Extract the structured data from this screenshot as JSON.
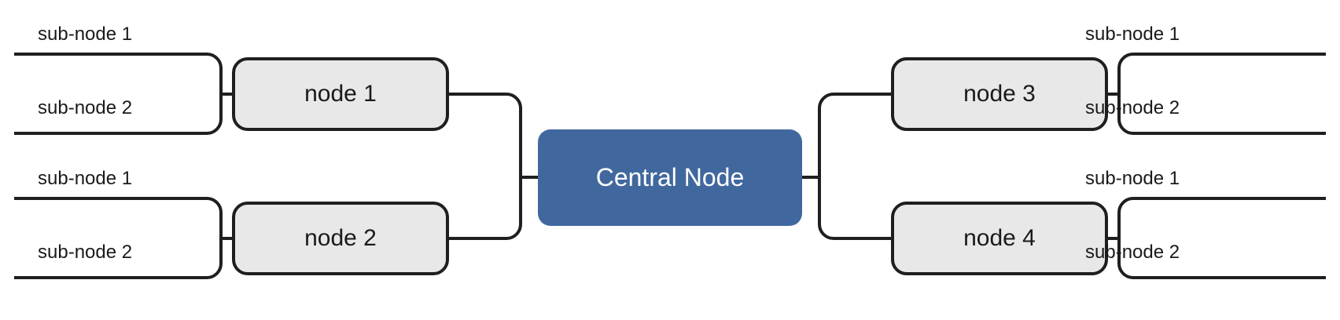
{
  "diagram": {
    "type": "mind-map",
    "title": "Central Node mind map",
    "background_color": "#ffffff",
    "style": {
      "stroke_color": "#1f1f1f",
      "stroke_width": 4,
      "node_fill": "#e8e8e8",
      "node_text_color": "#1a1a1a",
      "central_fill": "#41689e",
      "central_text_color": "#ffffff",
      "sub_node_text_color": "#1a1a1a"
    },
    "central": {
      "label": "Central Node"
    },
    "branches": [
      {
        "side": "left",
        "position": "top",
        "node_label": "node 1",
        "sub_nodes": [
          {
            "label": "sub-node 1"
          },
          {
            "label": "sub-node 2"
          }
        ]
      },
      {
        "side": "left",
        "position": "bottom",
        "node_label": "node 2",
        "sub_nodes": [
          {
            "label": "sub-node 1"
          },
          {
            "label": "sub-node 2"
          }
        ]
      },
      {
        "side": "right",
        "position": "top",
        "node_label": "node 3",
        "sub_nodes": [
          {
            "label": "sub-node 1"
          },
          {
            "label": "sub-node 2"
          }
        ]
      },
      {
        "side": "right",
        "position": "bottom",
        "node_label": "node 4",
        "sub_nodes": [
          {
            "label": "sub-node 1"
          },
          {
            "label": "sub-node 2"
          }
        ]
      }
    ]
  }
}
